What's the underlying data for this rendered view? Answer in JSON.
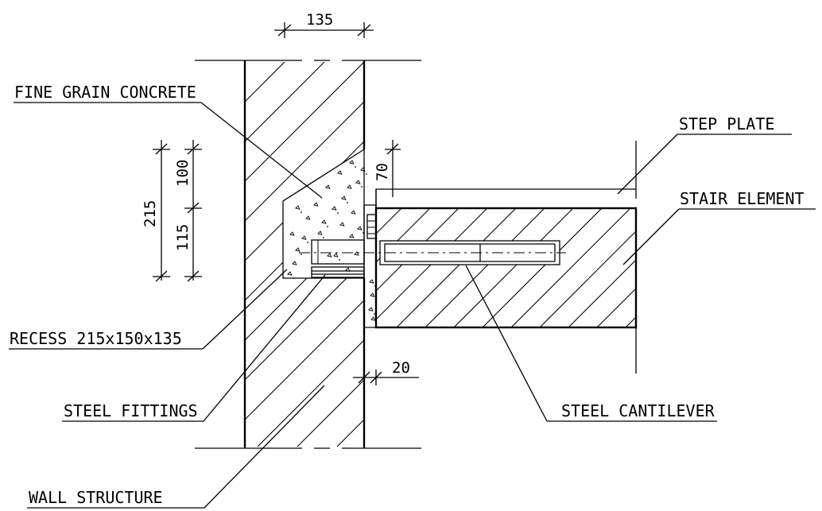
{
  "labels": {
    "fine_grain_concrete": "FINE GRAIN CONCRETE",
    "step_plate": "STEP PLATE",
    "stair_element": "STAIR ELEMENT",
    "recess": "RECESS 215x150x135",
    "steel_fittings": "STEEL FITTINGS",
    "steel_cantilever": "STEEL CANTILEVER",
    "wall_structure": "WALL STRUCTURE"
  },
  "dimensions": {
    "wall_thickness": "135",
    "recess_height": "215",
    "upper_part": "100",
    "lower_part": "115",
    "plate_offset": "70",
    "gap": "20"
  }
}
